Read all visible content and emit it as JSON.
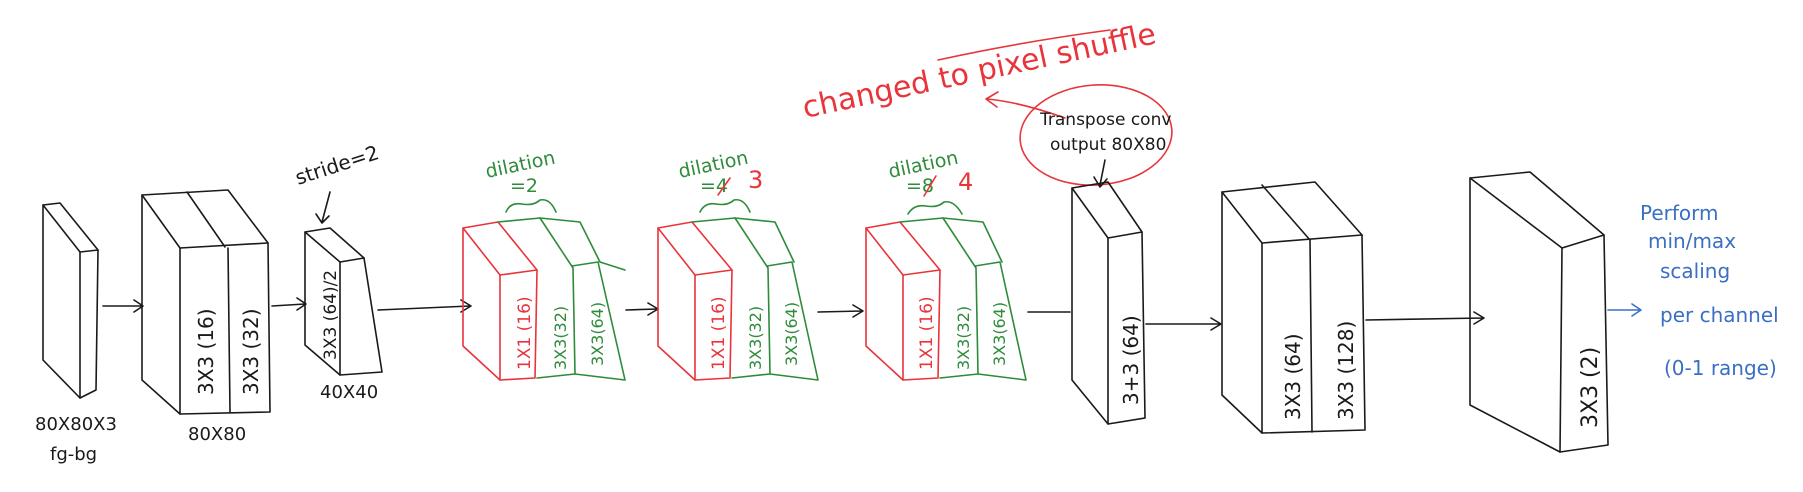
{
  "colors": {
    "ink": "#1a1a1a",
    "red": "#e8343a",
    "green": "#2e8b3a",
    "blue": "#3a6fc4"
  },
  "input": {
    "size_label": "80X80X3",
    "name_label": "fg-bg"
  },
  "block1": {
    "layer1": "3X3 (16)",
    "layer2": "3X3 (32)",
    "size_label": "80X80"
  },
  "block2": {
    "stride_note": "stride=2",
    "layer": "3X3 (64)/2",
    "size_label": "40X40"
  },
  "dilation_blocks": [
    {
      "note_title": "dilation",
      "note_value": "=2",
      "layers": [
        "1X1 (16)",
        "3X3(32)",
        "3X3(64)"
      ]
    },
    {
      "note_title": "dilation",
      "note_old": "=4",
      "note_new": "3",
      "layers": [
        "1X1 (16)",
        "3X3(32)",
        "3X3(64)"
      ]
    },
    {
      "note_title": "dilation",
      "note_old": "=8",
      "note_new": "4",
      "layers": [
        "1X1 (16)",
        "3X3(32)",
        "3X3(64)"
      ]
    }
  ],
  "annotation_red": "changed to pixel shuffle",
  "transpose_note": {
    "line1": "Transpose conv",
    "line2": "output 80X80"
  },
  "block_transpose": {
    "layer": "3+3 (64)"
  },
  "block_decoder": {
    "layer1": "3X3 (64)",
    "layer2": "3X3 (128)"
  },
  "block_final": {
    "layer": "3X3 (2)"
  },
  "output_note": {
    "line1": "Perform",
    "line2": "min/max",
    "line3": "scaling",
    "line4": "per channel",
    "line5": "(0-1 range)"
  }
}
